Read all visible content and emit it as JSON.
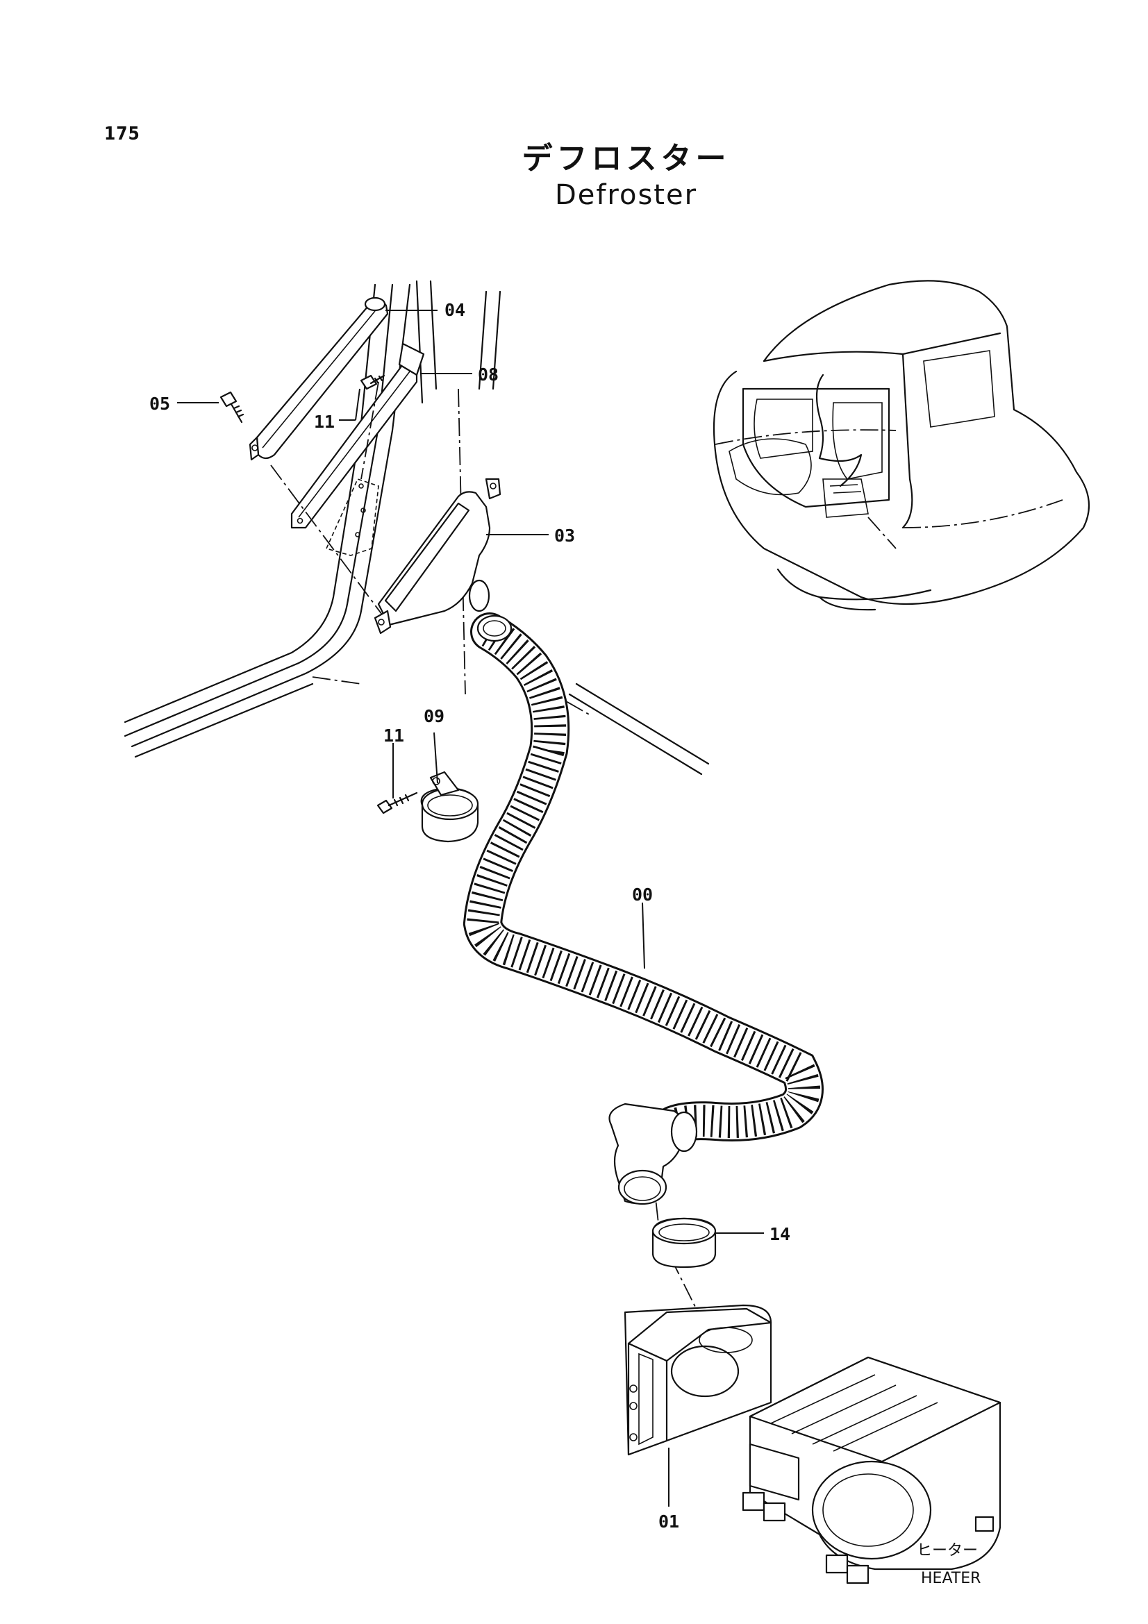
{
  "page": {
    "number": "175",
    "title_jp": "デフロスター",
    "title_en": "Defroster"
  },
  "callouts": {
    "c04": "04",
    "c08": "08",
    "c05": "05",
    "c11a": "11",
    "c03": "03",
    "c09": "09",
    "c11b": "11",
    "c00": "00",
    "c14": "14",
    "c01": "01"
  },
  "heater": {
    "label_jp": "ヒーター",
    "label_en": "HEATER"
  }
}
